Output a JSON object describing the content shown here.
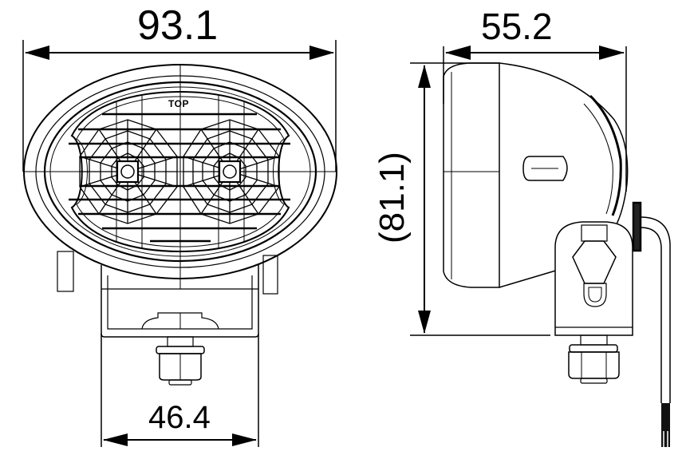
{
  "drawing": {
    "type": "technical-dimension-drawing",
    "subject": "oval LED work light",
    "line_color": "#000000",
    "background": "#ffffff",
    "front_view": {
      "lens_marking": "TOP",
      "led_count": 2,
      "dimensions": {
        "overall_width": "93.1",
        "bracket_width": "46.4"
      }
    },
    "side_view": {
      "dimensions": {
        "depth": "55.2",
        "height": "(81.1)"
      }
    }
  }
}
